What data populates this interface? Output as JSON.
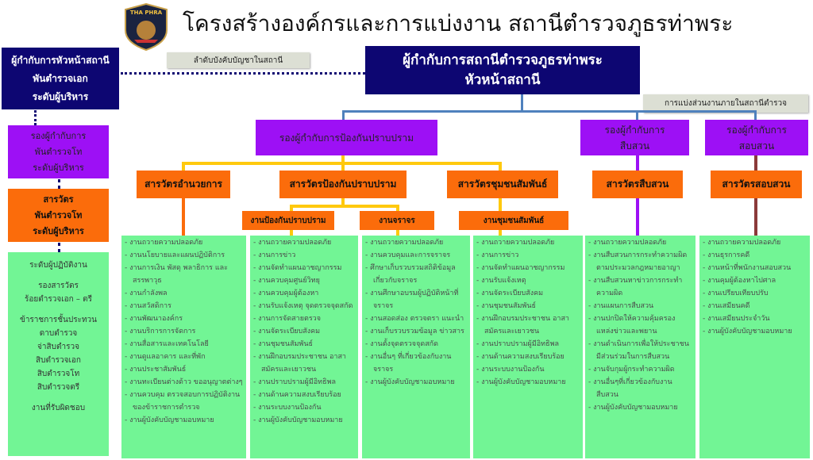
{
  "header": {
    "logo_text": "THA PHRA",
    "title": "โครงสร้างองค์กรและการแบ่งงาน สถานีตำรวจภูธรท่าพระ"
  },
  "labels": {
    "chain_of_command": "ลำดับบังคับบัญชาในสถานี",
    "division": "การแบ่งส่วนงานภายในสถานีตำรวจ"
  },
  "chief": {
    "line1": "ผู้กำกับการสถานีตำรวจภูธรท่าพระ",
    "line2": "หัวหน้าสถานี"
  },
  "legend": {
    "chief": [
      "ผู้กำกับการหัวหน้าสถานี",
      "พันตำรวจเอก",
      "ระดับผู้บริหาร"
    ],
    "deputy": [
      "รองผู้กำกับการ",
      "พันตำรวจโท",
      "ระดับผู้บริหาร"
    ],
    "inspector": [
      "สารวัตร",
      "พันตำรวจโท",
      "ระดับผู้บริหาร"
    ],
    "staff": [
      "ระดับผู้ปฏิบัติงาน",
      "",
      "รองสารวัตร",
      "ร้อยตำรวจเอก – ตรี",
      "",
      "ข้าราชการชั้นประทวน",
      "ดาบตำรวจ",
      "จ่าสิบตำรวจ",
      "สิบตำรวจเอก",
      "สิบตำรวจโท",
      "สิบตำรวจตรี",
      "",
      "งานที่รับผิดชอบ"
    ]
  },
  "deputies": {
    "prevention": "รองผู้กำกับการป้องกันปราบปราม",
    "investigation": [
      "รองผู้กำกับการ",
      "สืบสวน"
    ],
    "inquiry": [
      "รองผู้กำกับการ",
      "สอบสวน"
    ]
  },
  "inspectors": {
    "admin": "สารวัตรอำนวยการ",
    "prevention": "สารวัตรป้องกันปราบปราม",
    "community": "สารวัตรชุมชนสัมพันธ์",
    "investigation": "สารวัตรสืบสวน",
    "inquiry": "สารวัตรสอบสวน"
  },
  "units": {
    "prevention": "งานป้องกันปราบปราม",
    "traffic": "งานจราจร",
    "community": "งานชุมชนสัมพันธ์"
  },
  "duties": [
    [
      "- งานถวายความปลอดภัย",
      "- งานนโยบายและแผนปฏิบัติการ",
      "- งานการเงิน พัสดุ พลาธิการ และสรรพาวุธ",
      "- งานกำลังพล",
      "- งานสวัสดิการ",
      "- งานพัฒนาองค์กร",
      "- งานบริการการจัดการ",
      "- งานสื่อสารและเทคโนโลยี",
      "- งานดูแลอาคาร และที่พัก",
      "- งานประชาสัมพันธ์",
      "- งานทะเบียนต่างด้าว ขออนุญาตต่างๆ",
      "- งานควบคุม ตรวจสอบการปฏิบัติงานของข้าราชการตำรวจ",
      "- งานผู้บังคับบัญชามอบหมาย"
    ],
    [
      "- งานถวายความปลอดภัย",
      "- งานการข่าว",
      "- งานจัดทำแผนอาชญากรรม",
      "- งานควบคุมศูนย์วิทยุ",
      "- งานควบคุมผู้ต้องหา",
      "- งานรับแจ้งเหตุ จุดตรวจจุดสกัด",
      "- งานการจัดสายตรวจ",
      "- งานจัดระเบียบสังคม",
      "- งานชุมชนสัมพันธ์",
      "- งานฝึกอบรมประชาชน อาสาสมัครและเยาวชน",
      "- งานปราบปรามผู้มีอิทธิพล",
      "- งานด้านความสงบเรียบร้อย",
      "- งานระบบงานป้องกัน",
      "- งานผู้บังคับบัญชามอบหมาย"
    ],
    [
      "- งานถวายความปลอดภัย",
      "- งานควบคุมและการจราจร",
      "- ศึกษาเก็บรวบรวมสถิติข้อมูล เกี่ยวกับจราจร",
      "- งานศึกษาอบรมผู้ปฏิบัติหน้าที่ จราจร",
      "- งานสอดส่อง ตรวจตรา แนะนำ",
      "- งานเก็บรวบรวมข้อมูล ข่าวสาร",
      "- งานตั้งจุดตรวจจุดสกัด",
      "- งานอื่นๆ ที่เกี่ยวข้องกับงาน จราจร",
      "- งานผู้บังคับบัญชามอบหมาย"
    ],
    [
      "- งานถวายความปลอดภัย",
      "- งานการข่าว",
      "- งานจัดทำแผนอาชญากรรม",
      "- งานรับแจ้งเหตุ",
      "- งานจัดระเบียบสังคม",
      "- งานชุมชนสัมพันธ์",
      "- งานฝึกอบรมประชาชน อาสาสมัครและเยาวชน",
      "- งานปราบปรามผู้มีอิทธิพล",
      "- งานด้านความสงบเรียบร้อย",
      "- งานระบบงานป้องกัน",
      "- งานผู้บังคับบัญชามอบหมาย"
    ],
    [
      "- งานถวายความปลอดภัย",
      "- งานสืบสวนการกระทำความผิด ตามประมวลกฎหมายอาญา",
      "- งานสืบสวนหาข่าวการกระทำ ความผิด",
      "- งานแผนการสืบสวน",
      "- งานปกปิดให้ความคุ้มครอง แหล่งข่าวและพยาน",
      "- งานดำเนินการเพื่อให้ประชาชน มีส่วนร่วมในการสืบสวน",
      "- งานจับกุมผู้กระทำความผิด",
      "- งานอื่นๆที่เกี่ยวข้องกับงาน สืบสวน",
      "- งานผู้บังคับบัญชามอบหมาย"
    ],
    [
      "- งานถวายความปลอดภัย",
      "- งานธุรการคดี",
      "- งานหน้าที่พนักงานสอบสวน",
      "- งานคุมผู้ต้องหาไปศาล",
      "- งานเปรียบเทียบปรับ",
      "- งานเสมียนคดี",
      "- งานเสมียนประจำวัน",
      "- งานผู้บังคับบัญชามอบหมาย"
    ]
  ],
  "colors": {
    "navy": "#0d0672",
    "purple": "#9d10f5",
    "orange": "#fb6c0b",
    "green": "#72f595",
    "yellow": "#ffc90e",
    "blue": "#4f81bd"
  }
}
